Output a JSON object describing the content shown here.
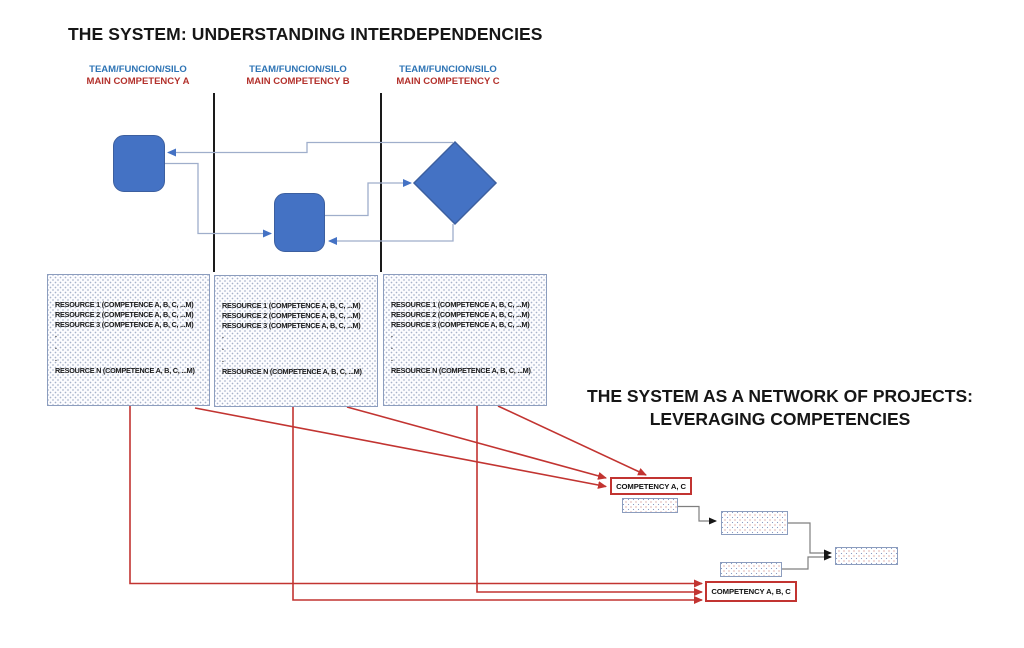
{
  "left_diagram": {
    "title": "THE SYSTEM: UNDERSTANDING INTERDEPENDENCIES",
    "columns": [
      {
        "team": "TEAM/FUNCION/SILO",
        "competency": "MAIN COMPETENCY A"
      },
      {
        "team": "TEAM/FUNCION/SILO",
        "competency": "MAIN COMPETENCY B"
      },
      {
        "team": "TEAM/FUNCION/SILO",
        "competency": "MAIN COMPETENCY C"
      }
    ],
    "resource_lines": [
      "RESOURCE 1 (COMPETENCE A, B, C, ...M)",
      "RESOURCE 2 (COMPETENCE A, B, C, ...M)",
      "RESOURCE 3 (COMPETENCE A, B, C, ...M)",
      "RESOURCE N (COMPETENCE A, B, C, ...M)"
    ],
    "ellipsis_dot": "."
  },
  "right_diagram": {
    "title_line1": "THE SYSTEM AS A NETWORK OF PROJECTS:",
    "title_line2": "LEVERAGING COMPETENCIES",
    "competency_ac_label": "COMPETENCY A, C",
    "competency_abc_label": "COMPETENCY A, B, C"
  },
  "colors": {
    "shape_blue": "#4472C4",
    "shape_border_blue": "#3C5F9F",
    "connector_blue_gray": "#9FAECB",
    "red_accent": "#C23431",
    "header_text_blue": "#2E74B5",
    "header_text_red": "#B3312C",
    "resource_box_border": "#8C9DBE",
    "network_connector_gray": "#7F7F7F",
    "title_text": "#161616"
  }
}
